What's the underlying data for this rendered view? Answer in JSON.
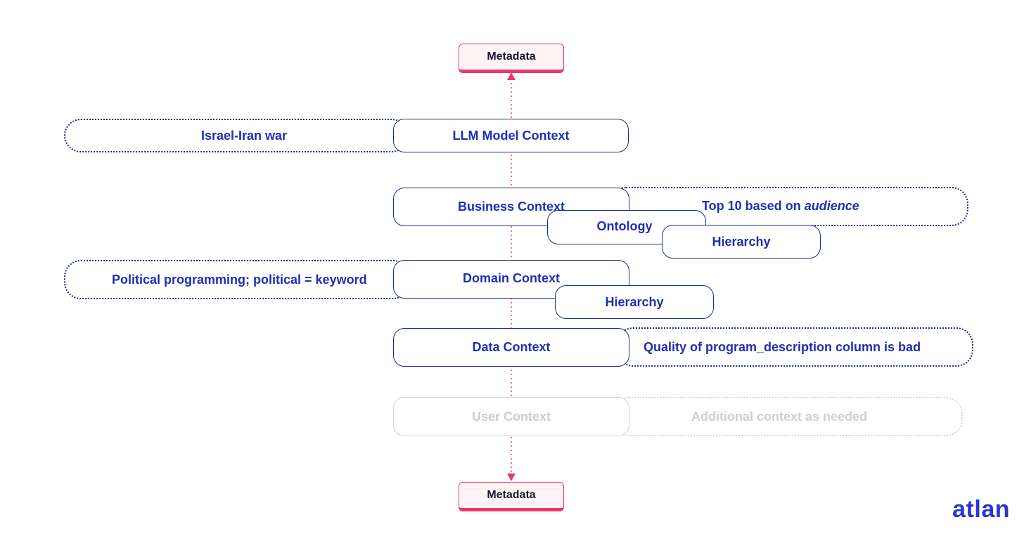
{
  "metadata_top": "Metadata",
  "metadata_bottom": "Metadata",
  "llm": {
    "label": "LLM Model Context",
    "note": "Israel-Iran war"
  },
  "business": {
    "label": "Business Context",
    "note_prefix": "Top 10 based on ",
    "note_emphasis": "audience",
    "ontology": "Ontology",
    "hierarchy": "Hierarchy"
  },
  "domain": {
    "label": "Domain Context",
    "note": "Political programming; political = keyword",
    "hierarchy": "Hierarchy"
  },
  "data_ctx": {
    "label": "Data Context",
    "note": "Quality of program_description column is bad"
  },
  "user": {
    "label": "User Context",
    "note": "Additional context as needed"
  },
  "logo": "atlan",
  "colors": {
    "accent": "#e8396b",
    "primary": "#1f2fb0",
    "border": "#1b2a8f",
    "muted": "#cccccc"
  }
}
